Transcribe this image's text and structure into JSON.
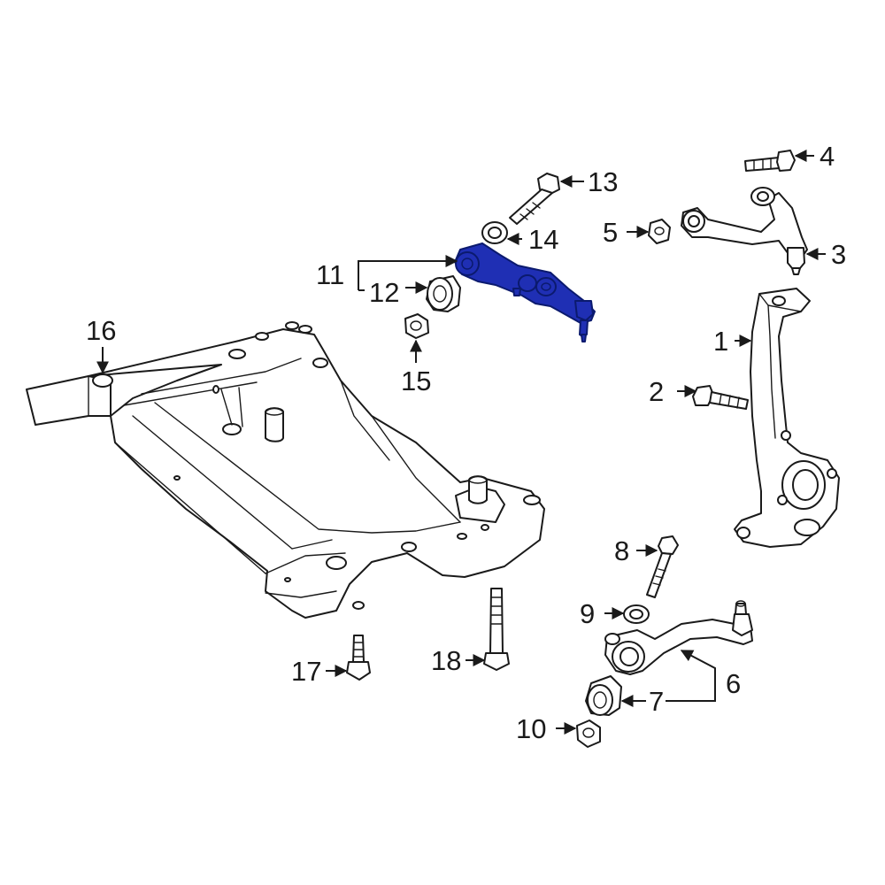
{
  "callouts": {
    "c1": "1",
    "c2": "2",
    "c3": "3",
    "c4": "4",
    "c5": "5",
    "c6": "6",
    "c7": "7",
    "c8": "8",
    "c9": "9",
    "c10": "10",
    "c11": "11",
    "c12": "12",
    "c13": "13",
    "c14": "14",
    "c15": "15",
    "c16": "16",
    "c17": "17",
    "c18": "18"
  },
  "colors": {
    "highlight": "#1f2fb4",
    "line": "#1a1a1a",
    "background": "#ffffff"
  }
}
